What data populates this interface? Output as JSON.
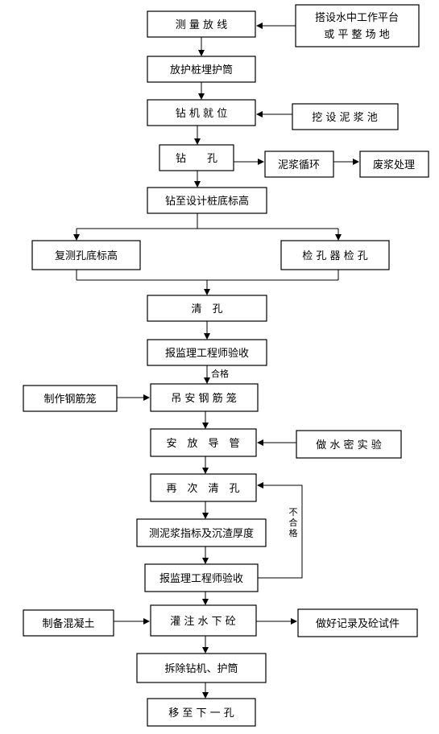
{
  "flowchart": {
    "steps": {
      "survey": "测 量 放 线",
      "platform_line1": "搭设水中工作平台",
      "platform_line2": "或 平 整 场 地",
      "casing": "放护桩埋护筒",
      "rig_position": "钻 机 就 位",
      "mud_pit": "挖 设 泥 浆 池",
      "drill": "钻　　孔",
      "mud_circulation": "泥浆循环",
      "waste_mud": "废浆处理",
      "drill_to_depth": "钻至设计桩底标高",
      "remeasure": "复测孔底标高",
      "hole_check": "检 孔 器 检 孔",
      "clean": "清　孔",
      "report_1": "报监理工程师验收",
      "qualified": "合格",
      "make_cage": "制作钢筋笼",
      "lift_cage": "吊 安 钢 筋 笼",
      "install_pipe": "安　放　导　管",
      "water_test": "做 水 密 实 验",
      "reclean": "再　次　清　孔",
      "unqualified": "不合格",
      "measure_mud": "测泥浆指标及沉渣厚度",
      "report_2": "报监理工程师验收",
      "prepare_concrete": "制备混凝土",
      "pour": "灌 注 水 下 砼",
      "records": "做好记录及砼试件",
      "remove": "拆除钻机、护筒",
      "move": "移 至 下 一 孔"
    }
  }
}
